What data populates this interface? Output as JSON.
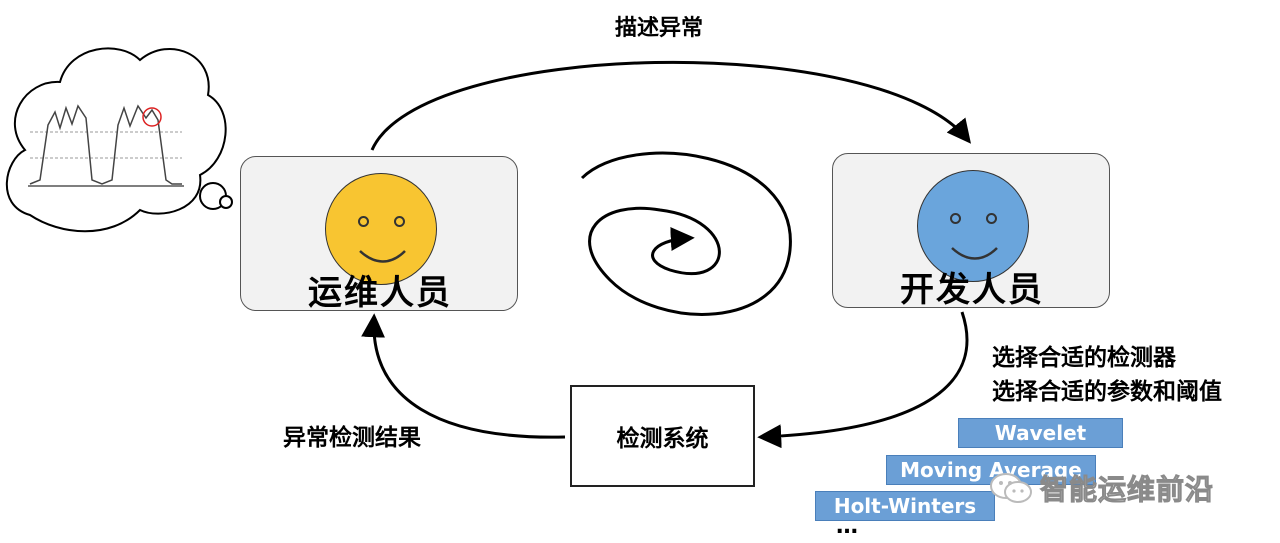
{
  "top_arrow_label": "描述异常",
  "ops": {
    "role": "运维人员",
    "face_color": "#f8c531"
  },
  "dev": {
    "role": "开发人员",
    "face_color": "#6aa5dc"
  },
  "system_label": "检测系统",
  "result_label": "异常检测结果",
  "dev_notes": [
    "选择合适的检测器",
    "选择合适的参数和阈值"
  ],
  "algorithms": [
    "Wavelet",
    "Moving Average",
    "Holt-Winters"
  ],
  "ellipsis": "…",
  "watermark": "智能运维前沿",
  "colors": {
    "algo_fill": "#6b9fd6",
    "box_fill": "#f2f2f2"
  }
}
